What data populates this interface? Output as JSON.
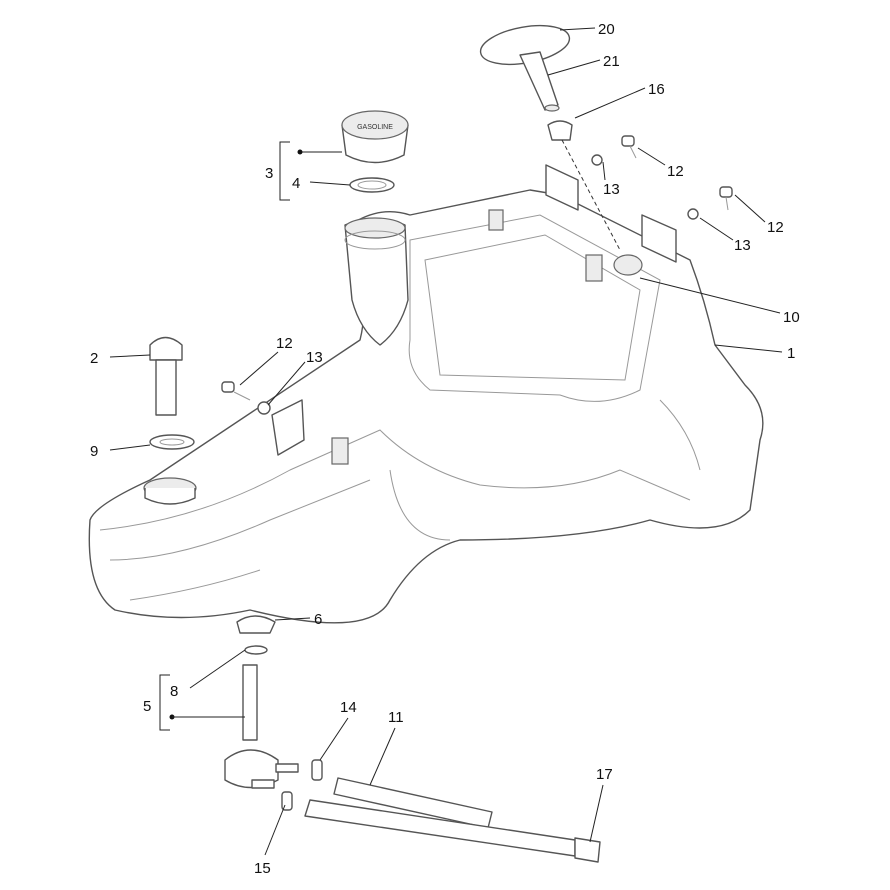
{
  "diagram": {
    "title": "Fuel tank exploded parts diagram",
    "callouts": {
      "c1": "1",
      "c2": "2",
      "c3": "3",
      "c4": "4",
      "c5": "5",
      "c6": "6",
      "c8": "8",
      "c9": "9",
      "c10": "10",
      "c11": "11",
      "c12a": "12",
      "c12b": "12",
      "c12c": "12",
      "c13a": "13",
      "c13b": "13",
      "c13c": "13",
      "c14": "14",
      "c15": "15",
      "c16": "16",
      "c17": "17",
      "c20": "20",
      "c21": "21"
    },
    "cap_brand_text": "GASOLINE"
  }
}
